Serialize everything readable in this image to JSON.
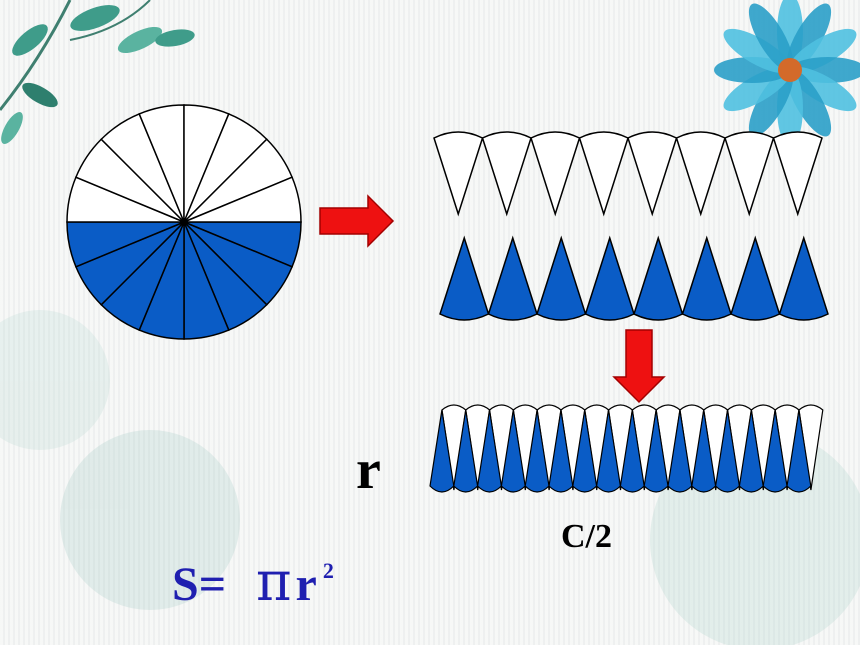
{
  "colors": {
    "blue": "#0a5cc6",
    "white": "#ffffff",
    "arrow": "#ee1111",
    "formula": "#1f1fb0",
    "leaf": "#3f9c8a",
    "flower": "#2a9fc8"
  },
  "icons": [
    "right-arrow-icon",
    "down-arrow-icon",
    "leaf-vine-decoration-icon",
    "flower-decoration-icon"
  ],
  "diagram": {
    "circle_sectors": 16,
    "row_sectors": 8,
    "parallelogram_sectors": 16,
    "label_radius": "r",
    "label_half_circumference": "C/2",
    "formula": {
      "lhs": "S=",
      "pi": "π",
      "var": "r",
      "exponent": "2"
    }
  }
}
